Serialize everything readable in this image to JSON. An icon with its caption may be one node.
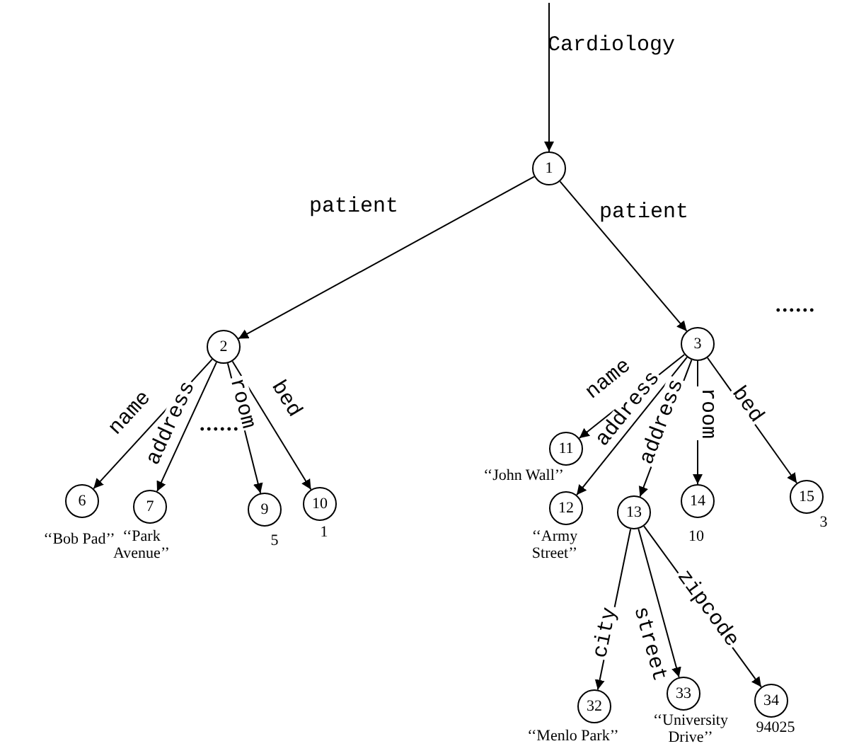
{
  "diagram": {
    "nodes": [
      {
        "text": [
          "1"
        ]
      },
      {
        "text": [
          "2"
        ]
      },
      {
        "text": [
          "3"
        ]
      },
      {
        "text": [
          "6"
        ],
        "beside": [
          "‘‘Bob Pad’’"
        ]
      },
      {
        "text": [
          "7"
        ],
        "beside": [
          "‘‘Park Avenue’’"
        ]
      },
      {
        "text": [
          "9"
        ],
        "beside": [
          "5"
        ]
      },
      {
        "text": [
          "10"
        ],
        "beside": [
          "1"
        ]
      },
      {
        "text": [
          "11"
        ],
        "beside": [
          "‘‘John Wall’’"
        ]
      },
      {
        "text": [
          "12"
        ],
        "beside": [
          "‘‘Army Street’’"
        ]
      },
      {
        "text": [
          "13"
        ]
      },
      {
        "text": [
          "14"
        ],
        "beside": [
          "10"
        ]
      },
      {
        "text": [
          "15"
        ],
        "beside": [
          "3"
        ]
      },
      {
        "text": [
          "32"
        ],
        "beside": [
          "‘‘Menlo Park’’"
        ]
      },
      {
        "text": [
          "33"
        ],
        "beside": [
          "‘‘University Drive’’"
        ]
      },
      {
        "text": [
          "34"
        ],
        "beside": [
          "94025"
        ]
      }
    ],
    "edges": [
      {
        "from": null,
        "to": 0,
        "arrow": "to",
        "label": "Cardiology"
      },
      {
        "from": 0,
        "to": 1,
        "arrow": "to",
        "label": "patient"
      },
      {
        "from": 0,
        "to": 2,
        "arrow": "to",
        "label": "patient"
      },
      {
        "from": 1,
        "to": 3,
        "arrow": "to",
        "label": "name"
      },
      {
        "from": 1,
        "to": 4,
        "arrow": "to",
        "label": "address"
      },
      {
        "from": 1,
        "to": 5,
        "arrow": "to",
        "label": "room"
      },
      {
        "from": 1,
        "to": 6,
        "arrow": "to",
        "label": "bed"
      },
      {
        "from": 2,
        "to": 7,
        "arrow": "to",
        "label": "name"
      },
      {
        "from": 2,
        "to": 8,
        "arrow": "to",
        "label": "address"
      },
      {
        "from": 2,
        "to": 9,
        "arrow": "to",
        "label": "address"
      },
      {
        "from": 2,
        "to": 10,
        "arrow": "to",
        "label": "room"
      },
      {
        "from": 2,
        "to": 11,
        "arrow": "to",
        "label": "bed"
      },
      {
        "from": 9,
        "to": 12,
        "arrow": "to",
        "label": "city"
      },
      {
        "from": 9,
        "to": 13,
        "arrow": "to",
        "label": "street"
      },
      {
        "from": 9,
        "to": 14,
        "arrow": "to",
        "label": "zipcode"
      }
    ],
    "labels": [
      "......",
      "......"
    ]
  }
}
